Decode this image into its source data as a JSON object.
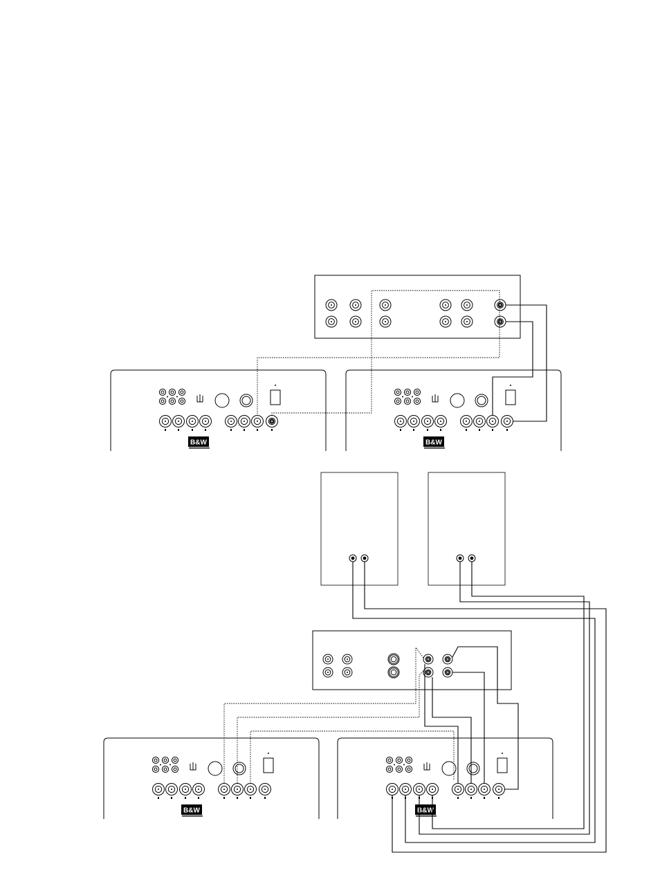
{
  "colors": {
    "ink": "#000000",
    "paper": "#ffffff"
  },
  "subwoofers": [
    {
      "logo": "B&W"
    },
    {
      "logo": "B&W"
    },
    {
      "logo": "B&W"
    },
    {
      "logo": "B&W"
    }
  ],
  "icons": {
    "jack": "rca-jack-icon",
    "terminal": "binding-post-icon",
    "ground": "ground-terminal-icon",
    "knob": "control-knob-icon",
    "switch": "power-switch-icon",
    "speaker_terminal": "speaker-terminal-icon",
    "logo": "brand-logo"
  }
}
